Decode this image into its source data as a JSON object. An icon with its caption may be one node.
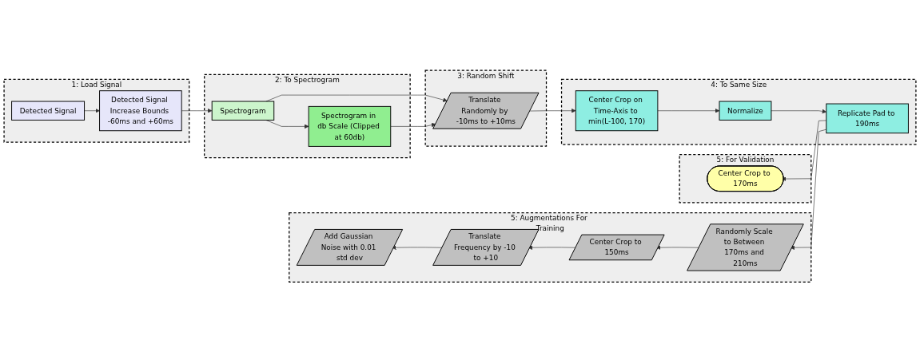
{
  "diagram": {
    "nodes": [
      {
        "text": [
          "1: Load Signal"
        ]
      },
      {
        "text": [
          "Detected Signal Increase Bounds -60ms and +60ms"
        ],
        "in": 0
      },
      {
        "text": [
          "Detected Signal"
        ],
        "in": 0
      },
      {
        "text": [
          "2: To Spectrogram"
        ]
      },
      {
        "text": [
          "Spectrogram"
        ],
        "in": 3
      },
      {
        "text": [
          "Spectrogram in db Scale (Clipped at 60db)"
        ],
        "in": 3
      },
      {
        "text": [
          "3: Random Shift"
        ]
      },
      {
        "text": [
          "Translate Randomly by -10ms to +10ms"
        ],
        "in": 6
      },
      {
        "text": [
          "4: To Same Size"
        ]
      },
      {
        "text": [
          "Center Crop on Time-Axis to min(L-100, 170)"
        ],
        "in": 8
      },
      {
        "text": [
          "Normalize"
        ],
        "in": 8
      },
      {
        "text": [
          "Replicate Pad to 190ms"
        ],
        "in": 8
      },
      {
        "text": [
          "5: For Validation"
        ]
      },
      {
        "text": [
          "Center Crop to 170ms"
        ],
        "in": 12
      },
      {
        "text": [
          "5: Augmentations For Training"
        ]
      },
      {
        "text": [
          "Randomly Scale to Between 170ms and 210ms"
        ],
        "in": 14
      },
      {
        "text": [
          "Center Crop to 150ms"
        ],
        "in": 14
      },
      {
        "text": [
          "Translate Frequency by -10 to +10"
        ],
        "in": 14
      },
      {
        "text": [
          "Add Gaussian Noise with 0.01 std dev"
        ],
        "in": 14
      }
    ],
    "edges": [
      {
        "from": 2,
        "to": 1,
        "arrow": "to"
      },
      {
        "from": 1,
        "to": 4,
        "arrow": "to"
      },
      {
        "from": 4,
        "to": 5,
        "arrow": "to"
      },
      {
        "from": 4,
        "to": 7,
        "arrow": "to"
      },
      {
        "from": 5,
        "to": 7,
        "arrow": "to"
      },
      {
        "from": 7,
        "to": 9,
        "arrow": "to"
      },
      {
        "from": 9,
        "to": 10,
        "arrow": "to"
      },
      {
        "from": 10,
        "to": 11,
        "arrow": "to"
      },
      {
        "from": 11,
        "to": 13,
        "arrow": "to"
      },
      {
        "from": 11,
        "to": 15,
        "arrow": "to"
      },
      {
        "from": 15,
        "to": 16,
        "arrow": "to"
      },
      {
        "from": 16,
        "to": 17,
        "arrow": "to"
      },
      {
        "from": 17,
        "to": 18,
        "arrow": "to"
      }
    ]
  }
}
